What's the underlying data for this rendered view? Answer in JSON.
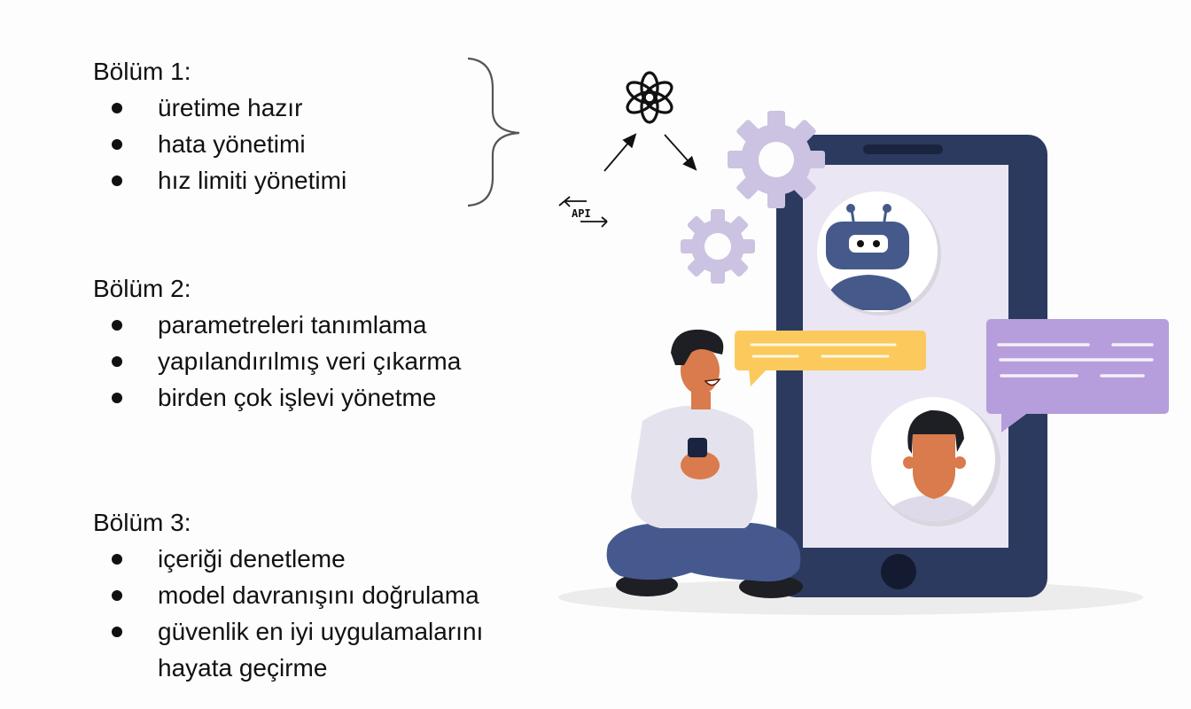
{
  "sections": [
    {
      "title": "Bölüm 1:",
      "items": [
        "üretime hazır",
        "hata yönetimi",
        "hız limiti yönetimi"
      ]
    },
    {
      "title": "Bölüm 2:",
      "items": [
        "parametreleri tanımlama",
        "yapılandırılmış veri çıkarma",
        "birden çok işlevi yönetme"
      ]
    },
    {
      "title": "Bölüm 3:",
      "items": [
        "içeriği denetleme",
        "model davranışını doğrulama",
        "güvenlik en iyi uygulamalarını\nhayata geçirme"
      ]
    }
  ],
  "illustration": {
    "api_label": "API",
    "icons": [
      "openai-logo-icon",
      "api-exchange-icon",
      "gear-icon",
      "robot-avatar-icon",
      "person-avatar-icon",
      "chat-bubble-icon",
      "smartphone-icon"
    ],
    "colors": {
      "phone_frame": "#2b3a5e",
      "phone_screen": "#ebe6f3",
      "gear": "#cbc3e1",
      "robot": "#455a8a",
      "bubble_yellow": "#fbc95c",
      "bubble_purple": "#b59edb",
      "skin": "#d97b4c",
      "hair": "#1e1f24",
      "shirt": "#e4e2ec",
      "pants": "#46598e"
    }
  }
}
